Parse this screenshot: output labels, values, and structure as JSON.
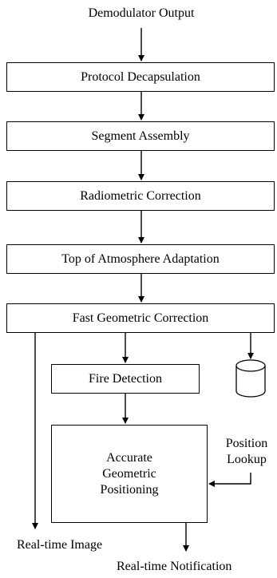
{
  "labels": {
    "input": "Demodulator Output",
    "stage1": "Protocol Decapsulation",
    "stage2": "Segment Assembly",
    "stage3": "Radiometric Correction",
    "stage4": "Top of Atmosphere Adaptation",
    "stage5": "Fast Geometric Correction",
    "fire": "Fire Detection",
    "accurate_line1": "Accurate",
    "accurate_line2": "Geometric",
    "accurate_line3": "Positioning",
    "position_line1": "Position",
    "position_line2": "Lookup",
    "out_image": "Real-time Image",
    "out_notification": "Real-time Notification"
  }
}
